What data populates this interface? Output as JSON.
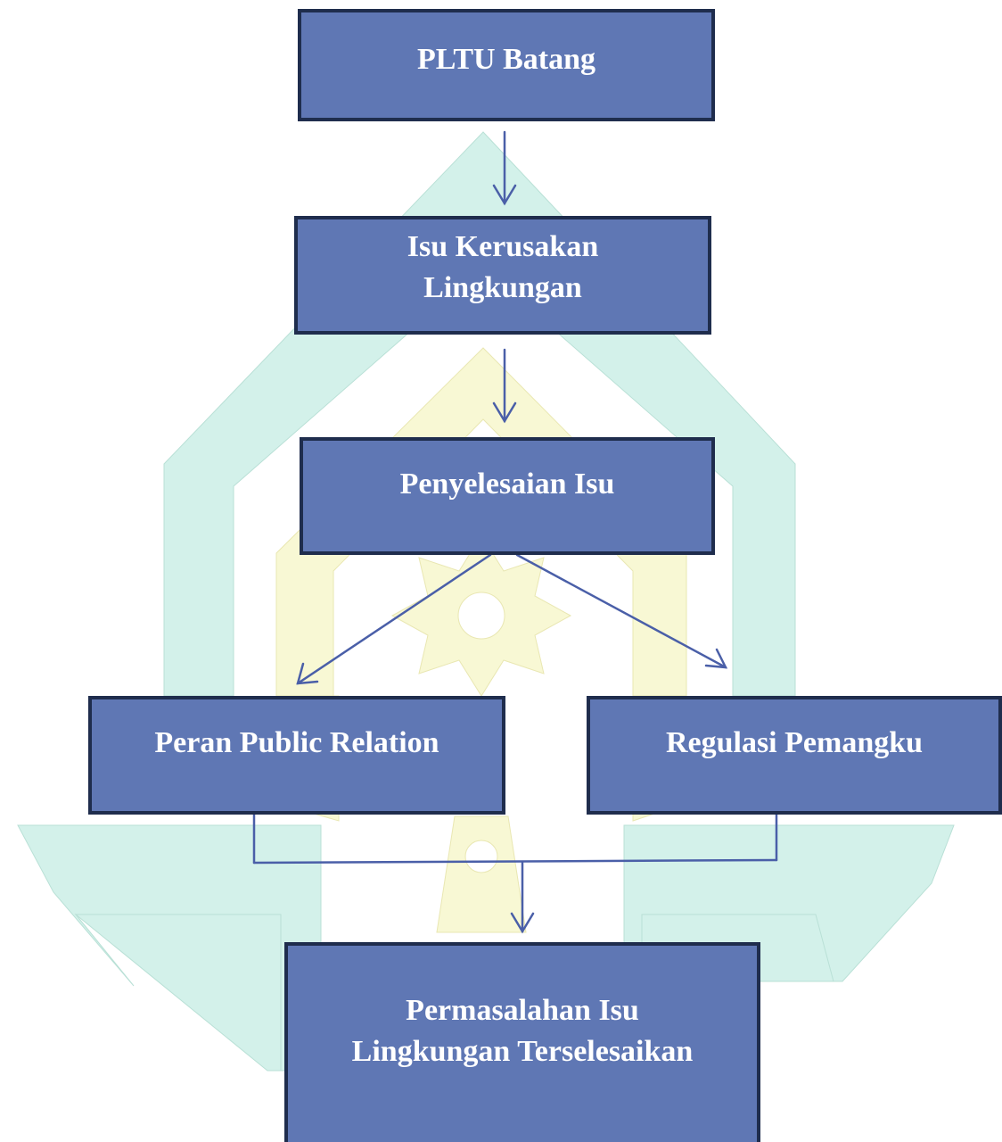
{
  "diagram": {
    "nodes": [
      {
        "id": "pltu",
        "label": "PLTU  Batang"
      },
      {
        "id": "isu",
        "label": "Isu  Kerusakan\nLingkungan"
      },
      {
        "id": "penyelesaian",
        "label": "Penyelesaian Isu"
      },
      {
        "id": "peran",
        "label": "Peran  Public  Relation"
      },
      {
        "id": "regulasi",
        "label": "Regulasi Pemangku"
      },
      {
        "id": "permasalahan",
        "label": "Permasalahan Isu\nLingkungan  Terselesaikan"
      }
    ],
    "edges": [
      {
        "from": "pltu",
        "to": "isu"
      },
      {
        "from": "isu",
        "to": "penyelesaian"
      },
      {
        "from": "penyelesaian",
        "to": "peran"
      },
      {
        "from": "penyelesaian",
        "to": "regulasi"
      },
      {
        "from": "peran",
        "to": "permasalahan"
      },
      {
        "from": "regulasi",
        "to": "permasalahan"
      }
    ]
  },
  "colors": {
    "node_fill": "#5f77b4",
    "node_border": "#1f2d4d",
    "node_text": "#ffffff",
    "connector": "#4a5fa8",
    "watermark_teal": "#d3f1ea",
    "watermark_yellow": "#f8f8d4"
  }
}
